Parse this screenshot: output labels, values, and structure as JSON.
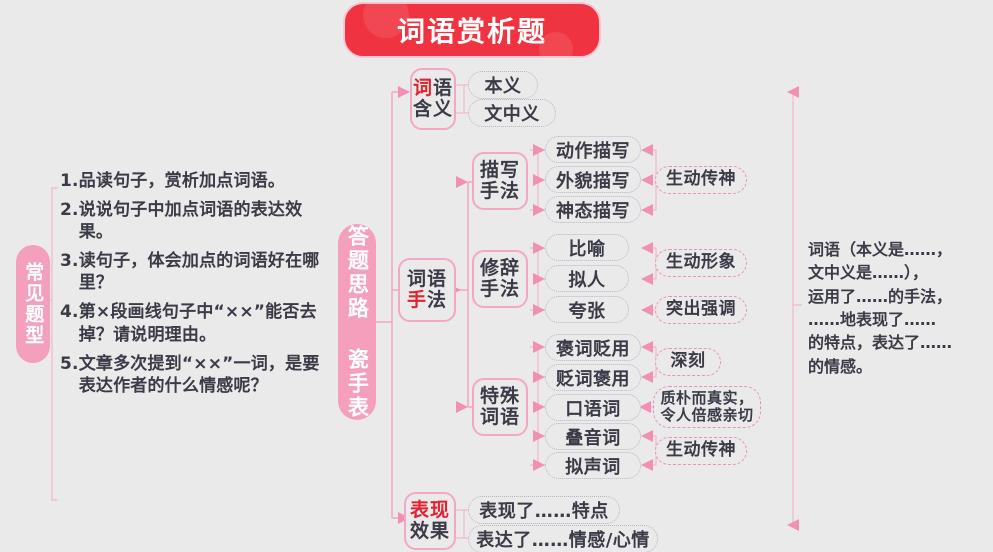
{
  "title": {
    "text": "词语赏析题"
  },
  "colors": {
    "background": "#eaeaea",
    "title_bg": "#ef3340",
    "accent_pink": "#f2a8c4",
    "capsule_pink": "#f4a0bd",
    "highlight_red": "#e0232e",
    "text_dark": "#3b3b48",
    "pill_border": "#b9b4c4"
  },
  "left_panel": {
    "capsule_label": "常见题型",
    "questions": [
      {
        "num": "1.",
        "text": "品读句子，赏析加点词语。"
      },
      {
        "num": "2.",
        "text": "说说句子中加点词语的表达效果。"
      },
      {
        "num": "3.",
        "text": "读句子，体会加点的词语好在哪里？"
      },
      {
        "num": "4.",
        "text": "第×段画线句子中“××”能否去掉？请说明理由。"
      },
      {
        "num": "5.",
        "text": "文章多次提到“××”一词，是要表达作者的什么情感呢？"
      }
    ]
  },
  "center": {
    "capsule_label": "答题思路 瓷手表"
  },
  "branches": {
    "meaning": {
      "label_line1_hl": "词",
      "label_line1_rest": "语",
      "label_line2": "含义",
      "leaves": [
        "本义",
        "文中义"
      ]
    },
    "technique": {
      "label_line1": "词语",
      "label_line2_hl": "手",
      "label_line2_rest": "法",
      "groups": [
        {
          "name": "描写手法",
          "name_line1": "描写",
          "name_line2": "手法",
          "leaves": [
            "动作描写",
            "外貌描写",
            "神态描写"
          ],
          "effects": [
            {
              "text": "生动传神",
              "covers": [
                "动作描写",
                "外貌描写",
                "神态描写"
              ]
            }
          ]
        },
        {
          "name": "修辞手法",
          "name_line1": "修辞",
          "name_line2": "手法",
          "leaves": [
            "比喻",
            "拟人",
            "夸张"
          ],
          "effects": [
            {
              "text": "生动形象",
              "covers": [
                "比喻",
                "拟人"
              ]
            },
            {
              "text": "突出强调",
              "covers": [
                "夸张"
              ]
            }
          ]
        },
        {
          "name": "特殊词语",
          "name_line1": "特殊",
          "name_line2": "词语",
          "leaves": [
            "褒词贬用",
            "贬词褒用",
            "口语词",
            "叠音词",
            "拟声词"
          ],
          "effects": [
            {
              "text": "深刻",
              "covers": [
                "褒词贬用",
                "贬词褒用"
              ]
            },
            {
              "text_line1": "质朴而真实，",
              "text_line2": "令人倍感亲切",
              "covers": [
                "口语词"
              ]
            },
            {
              "text": "生动传神",
              "covers": [
                "叠音词",
                "拟声词"
              ]
            }
          ]
        }
      ]
    },
    "effect": {
      "label_line1_hl": "表现",
      "label_line2": "效果",
      "leaves": [
        "表现了……特点",
        "表达了……情感/心情"
      ]
    }
  },
  "summary": {
    "lines": [
      "词语（本义是……，",
      "文中义是……），",
      "运用了……的手法，",
      "……地表现了……",
      "的特点，表达了……",
      "的情感。"
    ],
    "full_text": "词语（本义是……，文中义是……），运用了……的手法，……地表现了……的特点，表达了……的情感。"
  }
}
